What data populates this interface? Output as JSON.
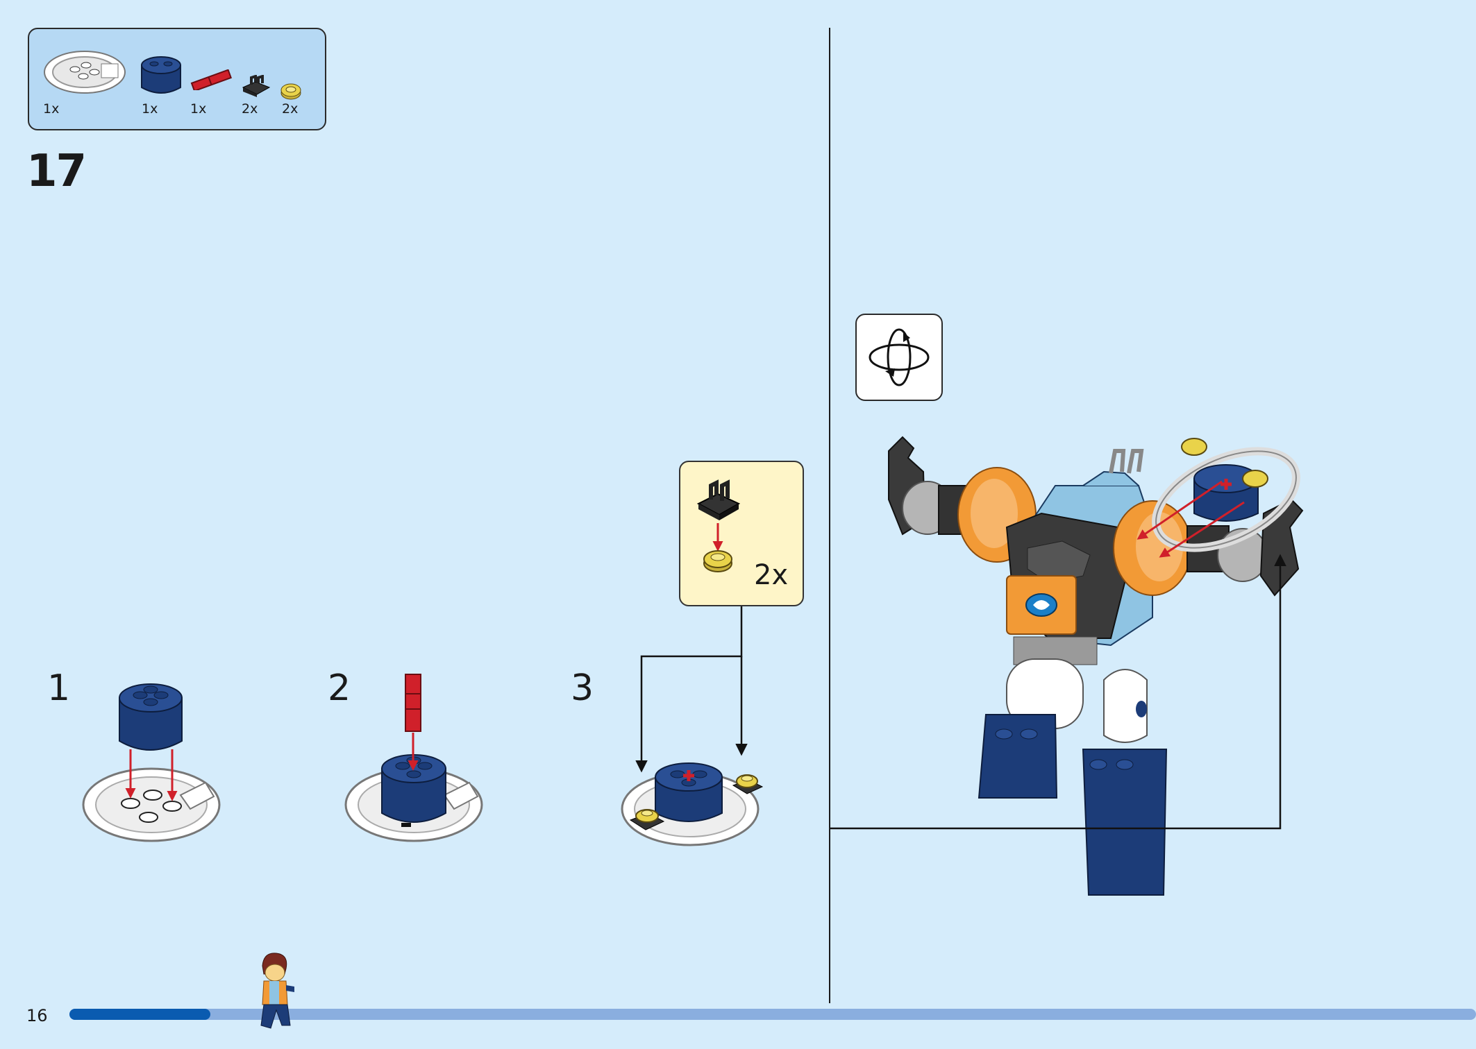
{
  "parts_list": {
    "items": [
      {
        "icon": "steering-wheel-ring-icon",
        "qty": "1x"
      },
      {
        "icon": "round-brick-2x2-dark-blue-icon",
        "qty": "1x"
      },
      {
        "icon": "red-axle-connector-icon",
        "qty": "1x"
      },
      {
        "icon": "clip-plate-black-icon",
        "qty": "2x"
      },
      {
        "icon": "round-plate-yellow-icon",
        "qty": "2x"
      }
    ]
  },
  "step": {
    "number": "17"
  },
  "substeps": [
    {
      "number": "1"
    },
    {
      "number": "2"
    },
    {
      "number": "3"
    }
  ],
  "callout": {
    "qty": "2x"
  },
  "rotate_icon": "rotate-model-icon",
  "page": {
    "number": "16",
    "progress": 0.1
  },
  "colors": {
    "background": "#d5ecfb",
    "dark_blue": "#1c3c78",
    "yellow": "#e9d34a",
    "red": "#d0202a",
    "orange": "#f29a36",
    "light_blue": "#8fc4e3",
    "callout_bg": "#fef5c8",
    "progress_fill": "#0a5bb0",
    "progress_track": "#8aaedf"
  }
}
